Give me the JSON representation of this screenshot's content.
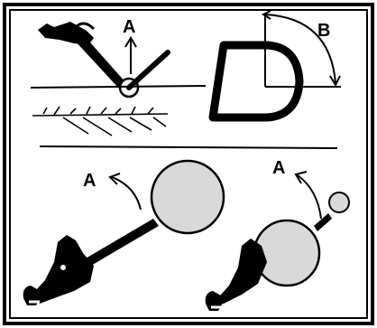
{
  "labels": {
    "top_left_arrow": "A",
    "top_right_angle": "B",
    "bottom_left_arrow": "A",
    "bottom_right_arrow": "A"
  },
  "colors": {
    "ink": "#000000",
    "log_fill": "#d9d9d9",
    "background": "#ffffff"
  }
}
